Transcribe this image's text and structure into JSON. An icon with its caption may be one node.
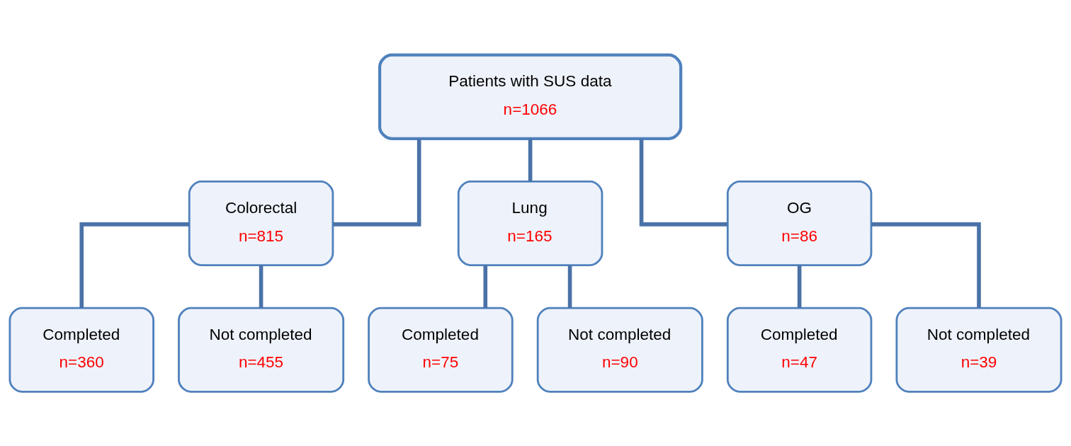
{
  "diagram": {
    "nodes": [
      {
        "text": [
          "Patients with SUS data",
          "n=1066"
        ]
      },
      {
        "text": [
          "Colorectal",
          "n=815"
        ]
      },
      {
        "text": [
          "Lung",
          "n=165"
        ]
      },
      {
        "text": [
          "OG",
          "n=86"
        ]
      },
      {
        "text": [
          "Completed",
          "n=360"
        ]
      },
      {
        "text": [
          "Not completed",
          "n=455"
        ]
      },
      {
        "text": [
          "Completed",
          "n=75"
        ]
      },
      {
        "text": [
          "Not completed",
          "n=90"
        ]
      },
      {
        "text": [
          "Completed",
          "n=47"
        ]
      },
      {
        "text": [
          "Not completed",
          "n=39"
        ]
      }
    ],
    "edges": [
      {
        "from": 0,
        "to": 1,
        "arrow": "none"
      },
      {
        "from": 0,
        "to": 2,
        "arrow": "none"
      },
      {
        "from": 0,
        "to": 3,
        "arrow": "none"
      },
      {
        "from": 1,
        "to": 4,
        "arrow": "none"
      },
      {
        "from": 1,
        "to": 5,
        "arrow": "none"
      },
      {
        "from": 2,
        "to": 6,
        "arrow": "none"
      },
      {
        "from": 2,
        "to": 7,
        "arrow": "none"
      },
      {
        "from": 3,
        "to": 8,
        "arrow": "none"
      },
      {
        "from": 3,
        "to": 9,
        "arrow": "none"
      }
    ]
  }
}
